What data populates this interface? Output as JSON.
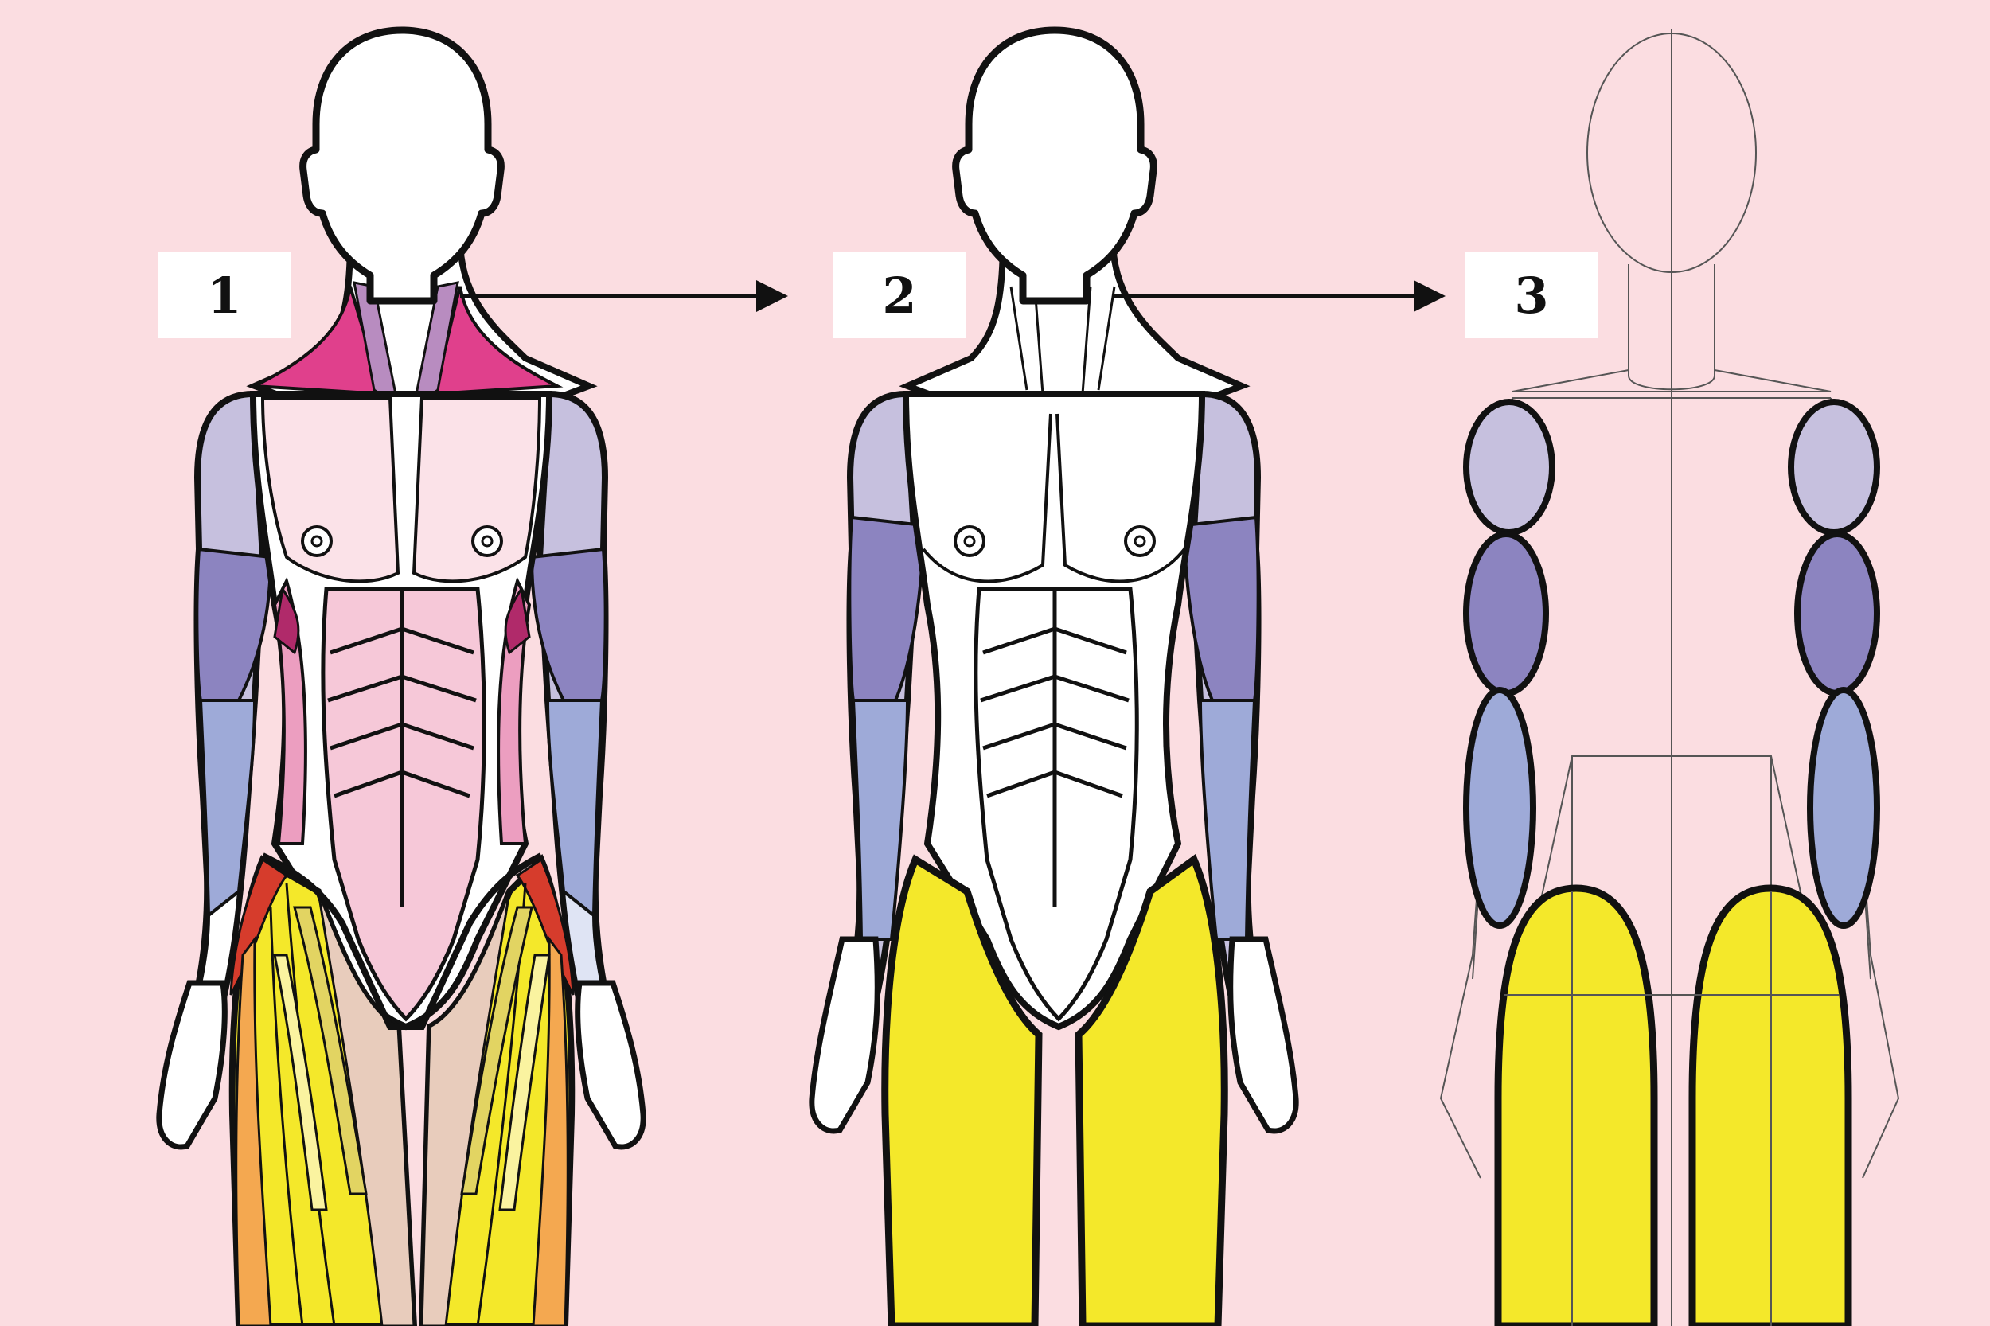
{
  "steps": [
    {
      "number": "1",
      "label": "1"
    },
    {
      "number": "2",
      "label": "2"
    },
    {
      "number": "3",
      "label": "3"
    }
  ],
  "colors": {
    "background": "#fbdde1",
    "outline": "#111111",
    "upper_arm": "#c6c0de",
    "mid_arm": "#8c84c0",
    "forearm": "#9eaad8",
    "thigh": "#f4e82a",
    "torso_muscle": "#f6c8d8",
    "side_muscle": "#ec9ec0",
    "neck_muscle": "#e0408c",
    "neck_muscle_inner": "#b88cc0",
    "leg_detail": "#e2d462",
    "leg_light": "#faf3a0",
    "leg_skin": "#e8ccbc",
    "leg_orange": "#f4a850",
    "leg_red": "#d63c2c",
    "guide_line": "#555555"
  },
  "icons": [
    "arrow-right-icon",
    "arrow-right-icon"
  ]
}
